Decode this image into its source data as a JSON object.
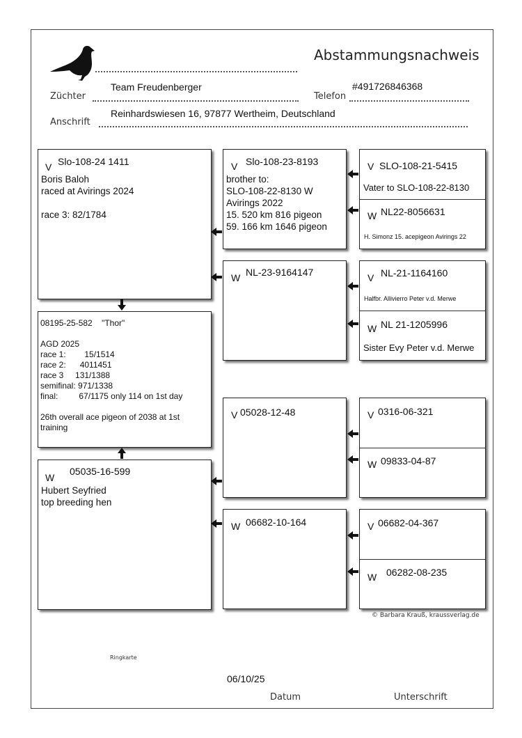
{
  "header": {
    "title": "Abstammungsnachweis",
    "breeder_label": "Züchter",
    "breeder_value": "Team Freudenberger",
    "phone_label": "Telefon",
    "phone_value": "#491726846368",
    "address_label": "Anschrift",
    "address_value": "Reinhardswiesen 16,  97877 Wertheim, Deutschland"
  },
  "pigeon": {
    "lines": "08195-25-582    \"Thor\"\n\nAGD 2025\nrace 1:        15/1514\nrace 2:      4011451\nrace 3     131/1388\nsemifinal: 971/1338\nfinal:         67/1175 only 114 on 1st day\n\n26th overall ace pigeon of 2038 at 1st\ntraining"
  },
  "father": {
    "sex": "V",
    "ring": "Slo-108-24 1411",
    "text": "Boris Baloh\nraced at Avirings 2024\n\nrace 3: 82/1784"
  },
  "mother": {
    "sex": "W",
    "ring": "05035-16-599",
    "text": "Hubert Seyfried\ntop breeding hen"
  },
  "ff": {
    "sex": "V",
    "ring": "Slo-108-23-8193",
    "text": "brother to:\nSLO-108-22-8130 W\nAvirings 2022\n15. 520 km 816 pigeon\n59. 166 km 1646 pigeon"
  },
  "fm": {
    "sex": "W",
    "ring": "NL-23-9164147"
  },
  "mf": {
    "sex": "V",
    "ring": "05028-12-48"
  },
  "mm": {
    "sex": "W",
    "ring": "06682-10-164"
  },
  "fff": {
    "sex": "V",
    "ring": "SLO-108-21-5415",
    "note": "Vater to SLO-108-22-8130"
  },
  "ffm": {
    "sex": "W",
    "ring": "NL22-8056631",
    "note": "H. Simonz 15. acepigeon Avirings 22"
  },
  "fmf": {
    "sex": "V",
    "ring": "NL-21-1164160",
    "note": "Halfbr.  Allivierro  Peter v.d. Merwe"
  },
  "fmm": {
    "sex": "W",
    "ring": "NL 21-1205996",
    "note": "Sister Evy  Peter v.d. Merwe"
  },
  "mff": {
    "sex": "V",
    "ring": "0316-06-321"
  },
  "mfm": {
    "sex": "W",
    "ring": "09833-04-87"
  },
  "mmf": {
    "sex": "V",
    "ring": "06682-04-367"
  },
  "mmm": {
    "sex": "W",
    "ring": "06282-08-235"
  },
  "footer": {
    "copyright": "© Barbara Krauß, kraussverlag.de",
    "ringkarte": "Ringkarte",
    "date_value": "06/10/25",
    "date_label": "Datum",
    "signature_label": "Unterschrift"
  },
  "icons": {
    "logo": "pigeon-silhouette-icon",
    "arrows": "arrow-icon"
  }
}
